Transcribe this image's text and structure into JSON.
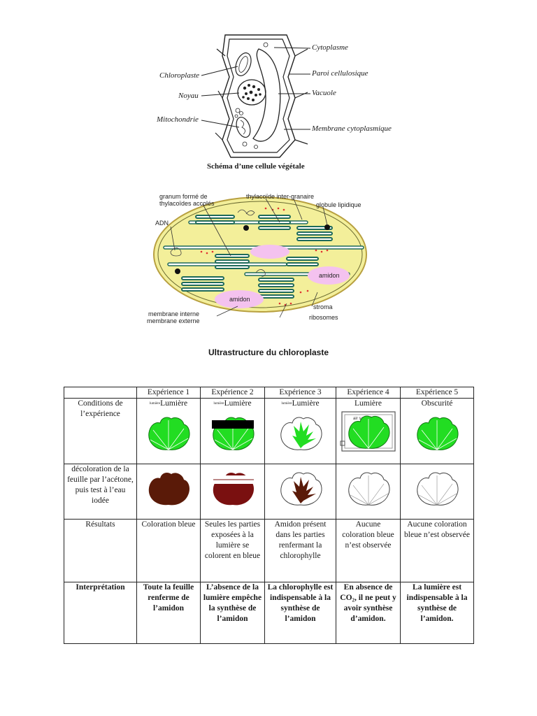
{
  "figure1": {
    "labels": {
      "cytoplasme": "Cytoplasme",
      "paroi": "Paroi cellulosique",
      "vacuole": "Vacuole",
      "membrane": "Membrane cytoplasmique",
      "chloroplaste": "Chloroplaste",
      "noyau": "Noyau",
      "mitochondrie": "Mitochondrie"
    },
    "caption": "Schéma d’une cellule végétale"
  },
  "figure2": {
    "labels": {
      "granum": "granum formé de",
      "granum2": "thylacoïdes accolés",
      "thylacoide": "thylacoïde inter-granaire",
      "globule": "globule lipidique",
      "adn": "ADN",
      "amidon1": "amidon",
      "amidon2": "amidon",
      "stroma": "stroma",
      "membrane_interne": "membrane interne",
      "membrane_externe": "membrane externe",
      "ribosomes": "ribosomes"
    },
    "caption": "Ultrastructure du chloroplaste"
  },
  "table": {
    "headers": [
      "Expérience 1",
      "Expérience 2",
      "Expérience 3",
      "Expérience 4",
      "Expérience 5"
    ],
    "row_conditions": {
      "label": "Conditions de l’expérience",
      "small_label": "lumière",
      "values": [
        "Lumière",
        "Lumière",
        "Lumière",
        "Lumière",
        "Obscurité"
      ],
      "box_label": "air sans CO2"
    },
    "row_decoloration": {
      "label": "décoloration de la feuille par l’acétone, puis test à l’eau iodée"
    },
    "row_resultats": {
      "label": "Résultats",
      "values": [
        "Coloration bleue",
        "Seules les parties exposées à la lumière se colorent en bleue",
        "Amidon présent dans les parties renfermant la chlorophylle",
        "Aucune coloration bleue n’est observée",
        "Aucune coloration bleue n’est observée"
      ]
    },
    "row_interpretation": {
      "label": "Interprétation",
      "values": [
        "Toute la feuille renferme de l’amidon",
        "L’absence de la lumière empêche la synthèse de l’amidon",
        "La chlorophylle est indispensable à la synthèse de l’amidon",
        "En absence de CO₂, il ne peut y avoir synthèse d’amidon.",
        "La lumière est indispensable à la synthèse de l’amidon."
      ]
    }
  },
  "colors": {
    "leaf_green": "#22dd22",
    "starch_brown": "#5a1a08",
    "stroma_yellow": "#f3ef9a",
    "thylakoid_green": "#1f6a5a",
    "amidon_pink": "#f4c2ef",
    "ribosome_red": "#e03030"
  }
}
